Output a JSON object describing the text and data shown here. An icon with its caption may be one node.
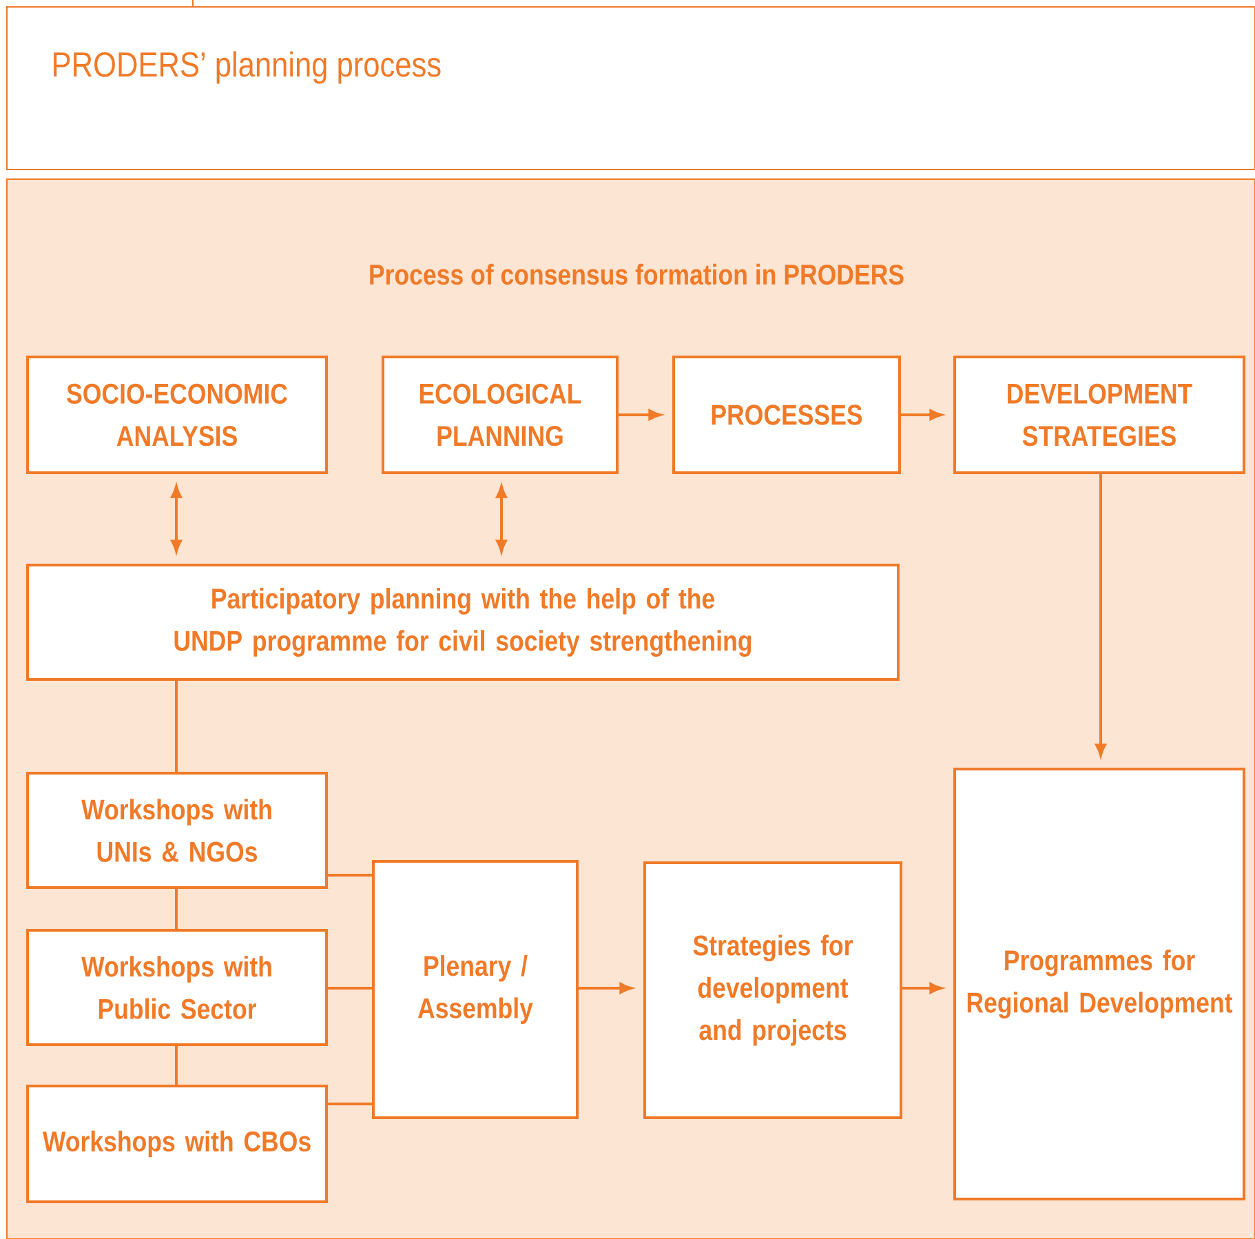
{
  "diagram": {
    "title": "PRODERS’ planning process",
    "nodes": [
      {
        "text": [
          "SOCIO-ECONOMIC ANALYSIS"
        ]
      },
      {
        "text": [
          "ECOLOGICAL PLANNING"
        ]
      },
      {
        "text": [
          "PROCESSES"
        ]
      },
      {
        "text": [
          "DEVELOPMENT STRATEGIES"
        ]
      },
      {
        "text": [
          "Participatory planning with the help of the UNDP programme for civil society strengthening"
        ]
      },
      {
        "text": [
          "Workshops with UNIs & NGOs"
        ]
      },
      {
        "text": [
          "Workshops with Public Sector"
        ]
      },
      {
        "text": [
          "Workshops with CBOs"
        ]
      },
      {
        "text": [
          "Plenary / Assembly"
        ]
      },
      {
        "text": [
          "Strategies for development and projects"
        ]
      },
      {
        "text": [
          "Programmes for Regional Development"
        ]
      }
    ],
    "edges": [
      {
        "from": 0,
        "to": 4,
        "arrow": "both"
      },
      {
        "from": 1,
        "to": 4,
        "arrow": "both"
      },
      {
        "from": 1,
        "to": 2,
        "arrow": "to"
      },
      {
        "from": 2,
        "to": 3,
        "arrow": "to"
      },
      {
        "from": 3,
        "to": 10,
        "arrow": "to"
      },
      {
        "from": 4,
        "to": 5,
        "arrow": "none"
      },
      {
        "from": 5,
        "to": 6,
        "arrow": "none"
      },
      {
        "from": 6,
        "to": 7,
        "arrow": "none"
      },
      {
        "from": 5,
        "to": 8,
        "arrow": "none"
      },
      {
        "from": 6,
        "to": 8,
        "arrow": "none"
      },
      {
        "from": 7,
        "to": 8,
        "arrow": "none"
      },
      {
        "from": 8,
        "to": 9,
        "arrow": "to"
      },
      {
        "from": 9,
        "to": 10,
        "arrow": "to"
      }
    ],
    "labels": [
      "Process of consensus formation in PRODERS"
    ]
  }
}
